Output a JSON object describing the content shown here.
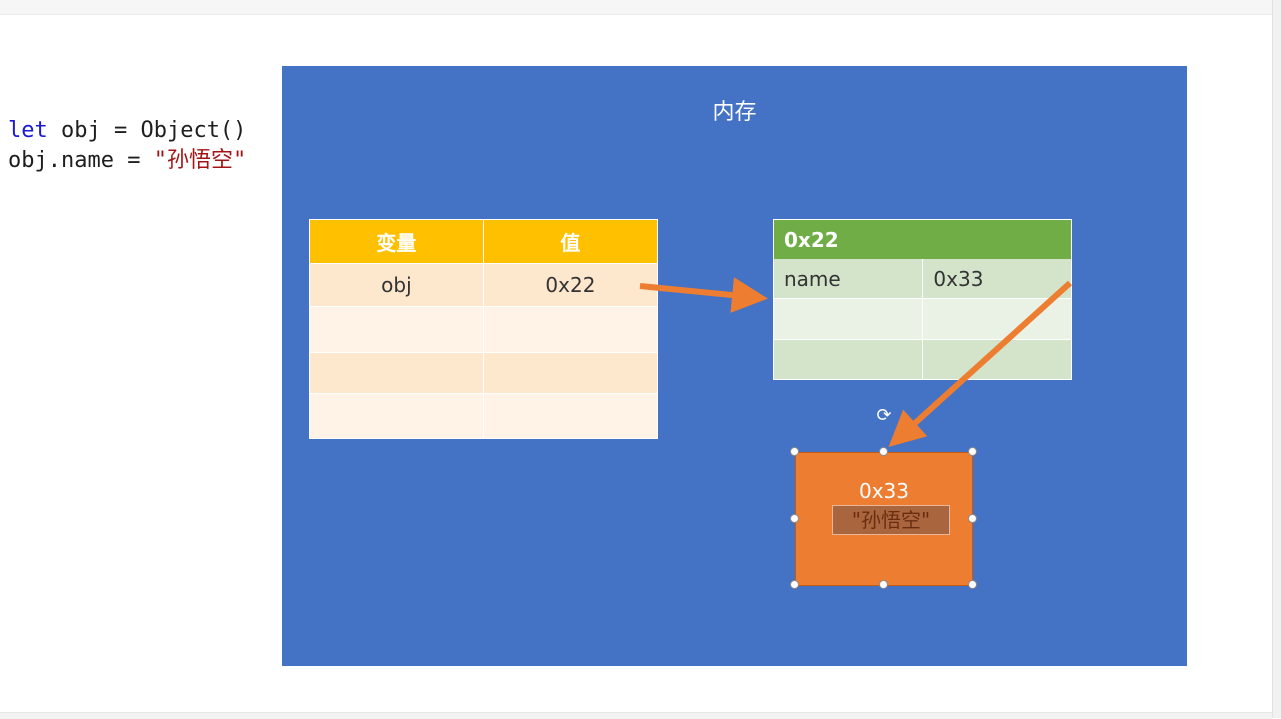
{
  "code": {
    "line1": {
      "kw": "let",
      "rest": " obj = Object()"
    },
    "line2": {
      "pre": "obj.name = ",
      "str": "\"孙悟空\""
    }
  },
  "memory": {
    "title": "内存",
    "stack_table": {
      "headers": [
        "变量",
        "值"
      ],
      "rows": [
        [
          "obj",
          "0x22"
        ],
        [
          "",
          ""
        ],
        [
          "",
          ""
        ],
        [
          "",
          ""
        ]
      ]
    },
    "heap_object": {
      "address": "0x22",
      "rows": [
        [
          "name",
          "0x33"
        ],
        [
          "",
          ""
        ],
        [
          "",
          ""
        ]
      ]
    },
    "string_object": {
      "address": "0x33",
      "value": "\"孙悟空\""
    }
  },
  "colors": {
    "memory_bg": "#4472c4",
    "stack_header": "#ffc000",
    "heap_header": "#70ad47",
    "string_box": "#ed7d31",
    "arrow": "#ed7d31",
    "keyword": "#1a1ad2",
    "string_literal": "#a31515"
  },
  "icons": {
    "rotate_handle": "rotate-icon"
  }
}
